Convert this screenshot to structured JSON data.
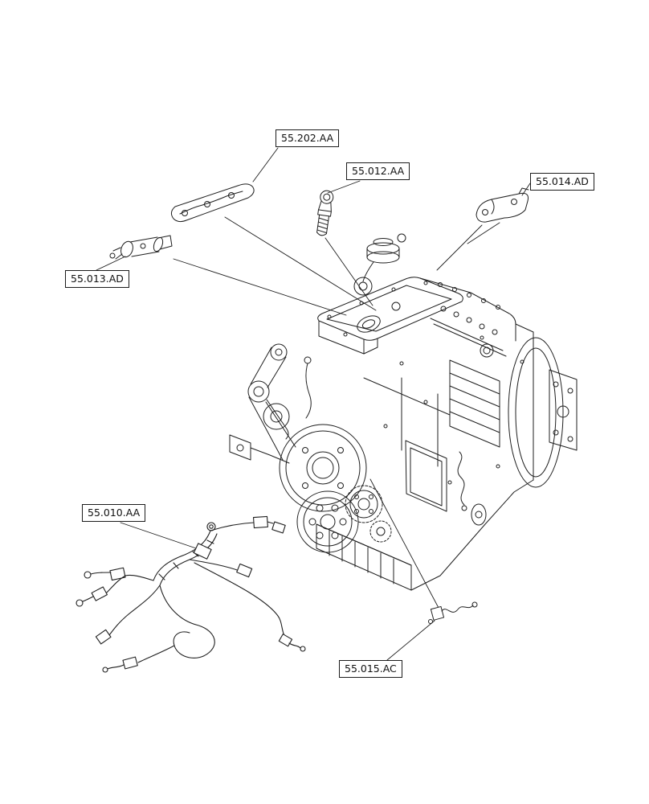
{
  "page": {
    "background": "#ffffff",
    "line_color": "#1f1f1f",
    "kind": "engine-parts-exploded-diagram"
  },
  "diagram": {
    "labels": [
      {
        "id": "55.202.AA",
        "part": "gasket-plate"
      },
      {
        "id": "55.012.AA",
        "part": "sensor-threaded"
      },
      {
        "id": "55.014.AD",
        "part": "bracket-cover"
      },
      {
        "id": "55.013.AD",
        "part": "sensor-switch"
      },
      {
        "id": "55.010.AA",
        "part": "wiring-harness"
      },
      {
        "id": "55.015.AC",
        "part": "sensor-pigtail"
      }
    ]
  }
}
